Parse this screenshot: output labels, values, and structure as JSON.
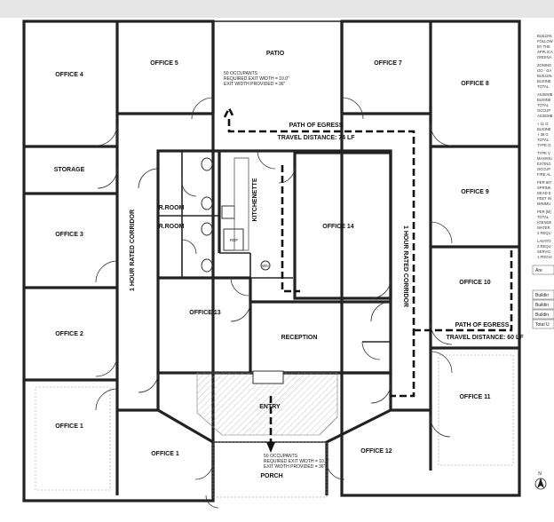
{
  "rooms": {
    "office_4": "OFFICE 4",
    "office_5": "OFFICE 5",
    "patio": "PATIO",
    "office_7": "OFFICE 7",
    "office_8": "OFFICE 8",
    "storage": "STORAGE",
    "office_3": "OFFICE 3",
    "office_2": "OFFICE 2",
    "office_1_left": "OFFICE 1",
    "office_1_bottom": "OFFICE 1",
    "r_room_1": "R.ROOM",
    "r_room_2": "R.ROOM",
    "kitchenette": "KITCHENETTE",
    "office_14": "OFFICE 14",
    "office_13": "OFFICE 13",
    "reception": "RECEPTION",
    "entry": "ENTRY",
    "porch": "PORCH",
    "office_12": "OFFICE 12",
    "office_9": "OFFICE 9",
    "office_10": "OFFICE 10",
    "office_11": "OFFICE 11",
    "ref": "REF",
    "wh": "WH"
  },
  "corridors": {
    "left": "1 HOUR RATED CORRIDOR",
    "right": "1 HOUR RATED CORRIDOR"
  },
  "egress": {
    "top_label": "PATH OF EGRESS",
    "top_distance": "TRAVEL DISTANCE: 74 LF",
    "right_label": "PATH OF EGRESS",
    "right_distance": "TRAVEL DISTANCE: 60 LF"
  },
  "patio_note": {
    "line1": "50 OCCUPANTS",
    "line2": "REQUIRED EXIT WIDTH = 10.0\"",
    "line3": "EXIT WIDTH PROVIDED = 36\""
  },
  "porch_note": {
    "line1": "50 OCCUPANTS",
    "line2": "REQUIRED EXIT WIDTH = 10.0\"",
    "line3": "EXIT WIDTH PROVIDED = 36\""
  },
  "north_arrow": "N",
  "side_notes": {
    "lines": [
      "BUILDIN",
      "FOLLOW",
      "BY THE",
      "APPLICA",
      "ORDINA",
      "ZONING",
      "GO - GA",
      "BUILDIN",
      "BUSINE",
      "TOTAL",
      "ASSEMB",
      "BUSINE",
      "TOTAL",
      "OCCUP",
      "ASSEMB",
      "+ 11 O",
      "BUSINE",
      "+ 38 G",
      "TOTAL",
      "TYPE O",
      "TYPE V",
      "MAXIMU",
      "EXTING",
      "OCCUP",
      "FIRE AL",
      "PER 907",
      "SPRINK",
      "DEAD E",
      "FEET IN",
      "MINIMU",
      "PER [M]",
      "TOTAL",
      "(GENDE",
      "WATER",
      "2 REQU",
      "LAVATO",
      "2 REQU",
      "SERVIC",
      "1 PROVI"
    ]
  },
  "table_fragment": [
    "Are",
    "Buildin",
    "Buildin",
    "Buildin",
    "Total U"
  ]
}
